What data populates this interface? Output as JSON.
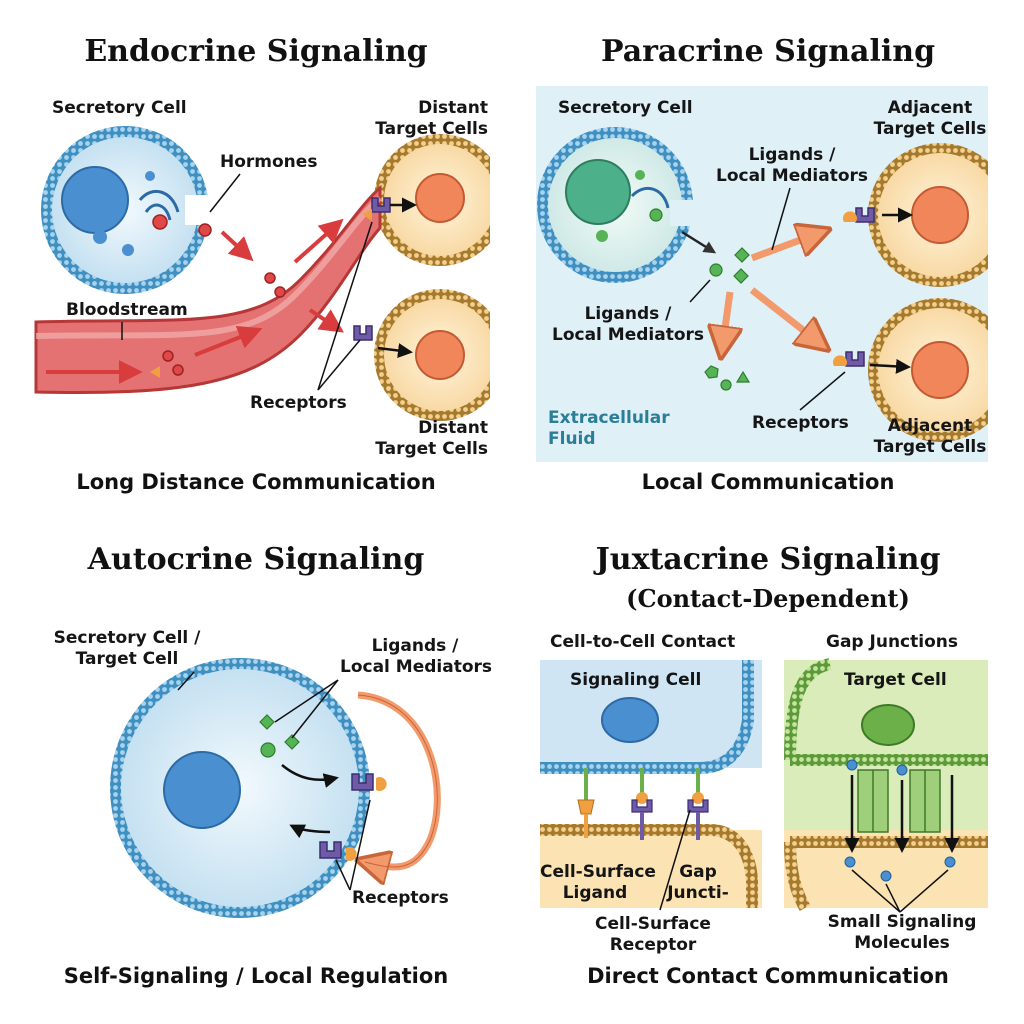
{
  "endocrine": {
    "title": "Endocrine Signaling",
    "secretory_cell": "Secretory Cell",
    "hormones": "Hormones",
    "bloodstream": "Bloodstream",
    "distant_top_line1": "Distant",
    "distant_top_line2": "Target Cells",
    "receptors": "Receptors",
    "distant_bottom_line1": "Distant",
    "distant_bottom_line2": "Target Cells",
    "caption": "Long Distance Communication"
  },
  "paracrine": {
    "title": "Paracrine Signaling",
    "secretory_cell": "Secretory Cell",
    "ligands_top_line1": "Ligands /",
    "ligands_top_line2": "Local Mediators",
    "ligands_mid_line1": "Ligands /",
    "ligands_mid_line2": "Local Mediators",
    "adjacent_top_line1": "Adjacent",
    "adjacent_top_line2": "Target Cells",
    "ecf_line1": "Extracellular",
    "ecf_line2": "Fluid",
    "receptors": "Receptors",
    "adjacent_bottom_line1": "Adjacent",
    "adjacent_bottom_line2": "Target Cells",
    "caption": "Local Communication"
  },
  "autocrine": {
    "title": "Autocrine Signaling",
    "cell_line1": "Secretory Cell /",
    "cell_line2": "Target Cell",
    "ligands_line1": "Ligands /",
    "ligands_line2": "Local Mediators",
    "receptors": "Receptors",
    "caption": "Self-Signaling / Local Regulation"
  },
  "juxtacrine": {
    "title": "Juxtacrine Signaling",
    "subtitle": "(Contact-Dependent)",
    "cell_contact": "Cell-to-Cell Contact",
    "gap_junctions": "Gap Junctions",
    "signaling_cell": "Signaling Cell",
    "target_cell": "Target Cell",
    "surface_ligand_line1": "Cell-Surface",
    "surface_ligand_line2": "Ligand",
    "gap_line1": "Gap",
    "gap_line2": "Juncti-",
    "surface_receptor_line1": "Cell-Surface",
    "surface_receptor_line2": "Receptor",
    "small_molecules_line1": "Small Signaling",
    "small_molecules_line2": "Molecules",
    "caption": "Direct Contact Communication"
  },
  "colors": {
    "membrane": "#3f8fc0",
    "cytoplasm": "#d9ecf7",
    "nucleus": "#4a8fd0",
    "target_fill": "#fbe3b3",
    "target_nucleus": "#f0865a",
    "blood": "#dc5a5a",
    "ligand_green": "#56b356",
    "receptor_purple": "#6f5aa8",
    "arrow_orange": "#f29a6b",
    "paracrine_bg": "#dff0f7",
    "gap_bg": "#d9ecb9"
  }
}
